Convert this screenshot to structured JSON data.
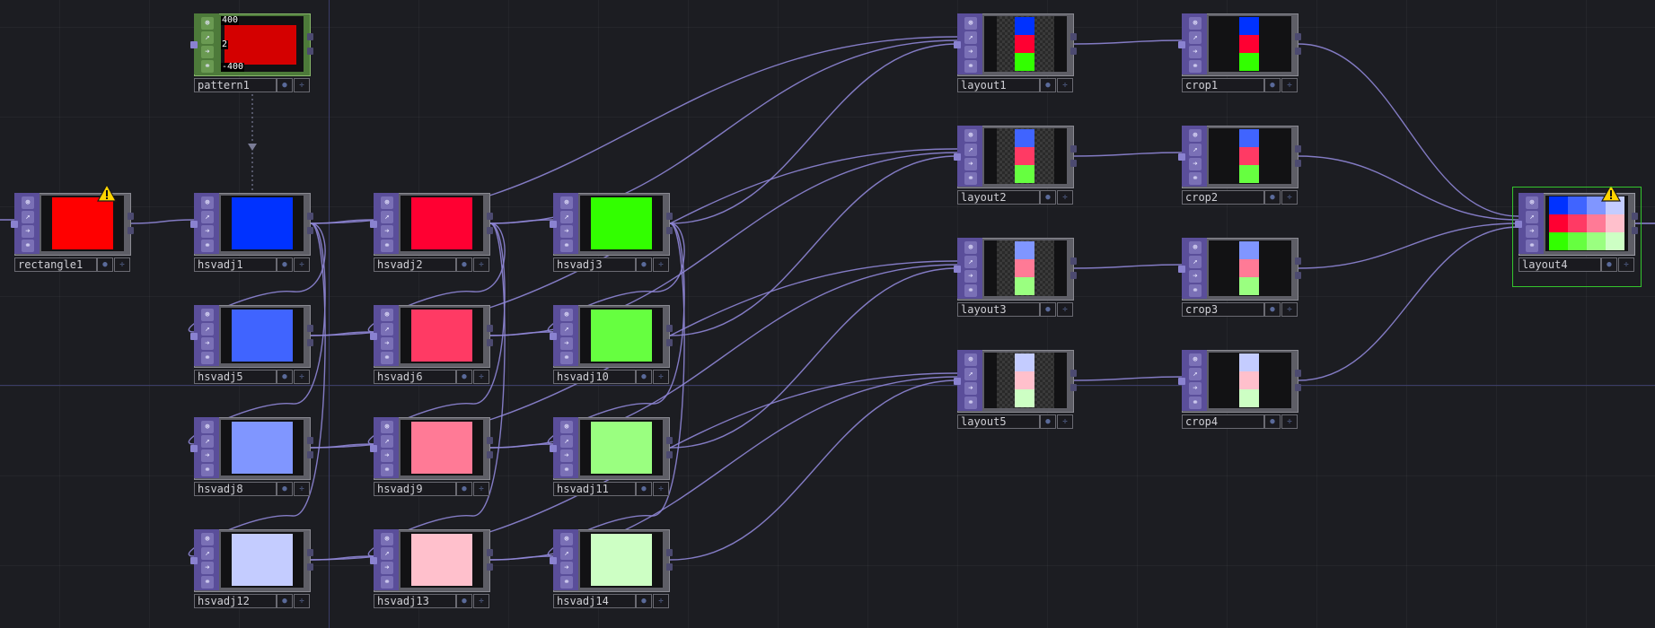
{
  "canvas": {
    "background": "#1c1d22",
    "wire_color": "#8f86d6"
  },
  "icons": {
    "flag_top": "viewer-flag-icon",
    "flag_2": "bypass-flag-icon",
    "flag_3": "lock-flag-icon",
    "flag_4": "display-flag-icon",
    "warning": "warning-triangle-icon"
  },
  "nodes": [
    {
      "id": "rectangle1",
      "label": "rectangle1",
      "color": "#ff0000",
      "warning": true
    },
    {
      "id": "pattern1",
      "label": "pattern1",
      "top_text": "400",
      "side_text": "2",
      "bottom_text": "-400"
    },
    {
      "id": "hsvadj1",
      "label": "hsvadj1",
      "color": "#0032ff"
    },
    {
      "id": "hsvadj2",
      "label": "hsvadj2",
      "color": "#ff0032"
    },
    {
      "id": "hsvadj3",
      "label": "hsvadj3",
      "color": "#32ff00"
    },
    {
      "id": "hsvadj5",
      "label": "hsvadj5",
      "color": "#4064ff"
    },
    {
      "id": "hsvadj6",
      "label": "hsvadj6",
      "color": "#ff3a64"
    },
    {
      "id": "hsvadj10",
      "label": "hsvadj10",
      "color": "#66ff40"
    },
    {
      "id": "hsvadj8",
      "label": "hsvadj8",
      "color": "#8096ff"
    },
    {
      "id": "hsvadj9",
      "label": "hsvadj9",
      "color": "#ff7a96"
    },
    {
      "id": "hsvadj11",
      "label": "hsvadj11",
      "color": "#9aff80"
    },
    {
      "id": "hsvadj12",
      "label": "hsvadj12",
      "color": "#c4ccff"
    },
    {
      "id": "hsvadj13",
      "label": "hsvadj13",
      "color": "#ffc0cc"
    },
    {
      "id": "hsvadj14",
      "label": "hsvadj14",
      "color": "#cdffc4"
    },
    {
      "id": "layout1",
      "label": "layout1",
      "strip": [
        "#0032ff",
        "#ff0032",
        "#32ff00"
      ]
    },
    {
      "id": "layout2",
      "label": "layout2",
      "strip": [
        "#4064ff",
        "#ff3a64",
        "#66ff40"
      ]
    },
    {
      "id": "layout3",
      "label": "layout3",
      "strip": [
        "#8096ff",
        "#ff7a96",
        "#9aff80"
      ]
    },
    {
      "id": "layout5",
      "label": "layout5",
      "strip": [
        "#c4ccff",
        "#ffc0cc",
        "#cdffc4"
      ]
    },
    {
      "id": "crop1",
      "label": "crop1",
      "strip": [
        "#0032ff",
        "#ff0032",
        "#32ff00"
      ]
    },
    {
      "id": "crop2",
      "label": "crop2",
      "strip": [
        "#4064ff",
        "#ff3a64",
        "#66ff40"
      ]
    },
    {
      "id": "crop3",
      "label": "crop3",
      "strip": [
        "#8096ff",
        "#ff7a96",
        "#9aff80"
      ]
    },
    {
      "id": "crop4",
      "label": "crop4",
      "strip": [
        "#c4ccff",
        "#ffc0cc",
        "#cdffc4"
      ]
    },
    {
      "id": "layout4",
      "label": "layout4",
      "warning": true,
      "selected": true,
      "grid": [
        [
          "#0032ff",
          "#4064ff",
          "#8096ff",
          "#c4ccff"
        ],
        [
          "#ff0032",
          "#ff3a64",
          "#ff7a96",
          "#ffc0cc"
        ],
        [
          "#32ff00",
          "#66ff40",
          "#9aff80",
          "#cdffc4"
        ]
      ]
    }
  ]
}
